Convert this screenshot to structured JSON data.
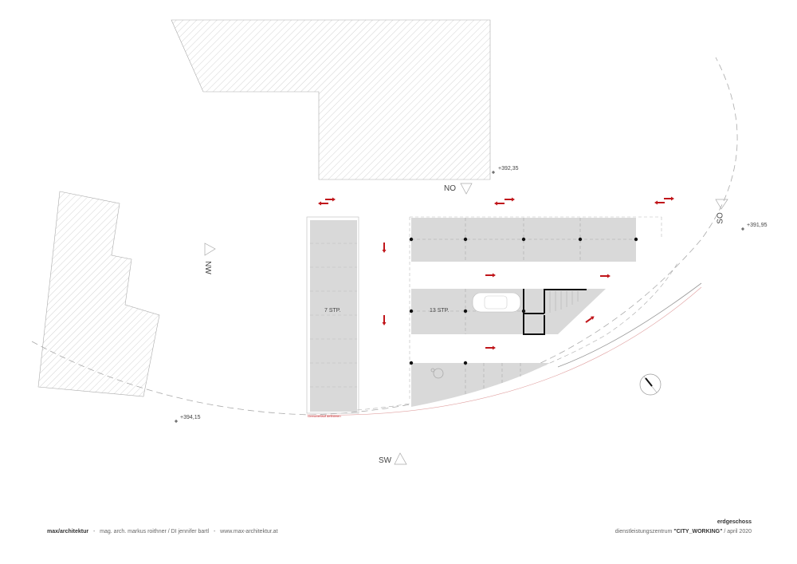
{
  "plan": {
    "orientation": {
      "no": "NO",
      "nw": "NW",
      "so": "SO",
      "sw": "SW"
    },
    "elevations": {
      "top": "+392,35",
      "right": "+391,95",
      "left": "+394,15"
    },
    "parking": {
      "left_block": "7 STP.",
      "middle_block": "13 STP."
    },
    "boundary_note": "Grenzverlauf definieren",
    "colors": {
      "arrow": "#c0151a",
      "parking": "#d9d9d9",
      "hatch": "#bbbbbb"
    }
  },
  "footer": {
    "office": "max/architektur",
    "sep1": "-",
    "architects": "mag. arch. markus roithner / DI jennifer bartl",
    "sep2": "-",
    "website": "www.max-architektur.at",
    "floor": "erdgeschoss",
    "project_prefix": "dienstleistungszentrum",
    "project_name": "\"CITY_WORKING\"",
    "project_suffix": "/ april 2020"
  }
}
